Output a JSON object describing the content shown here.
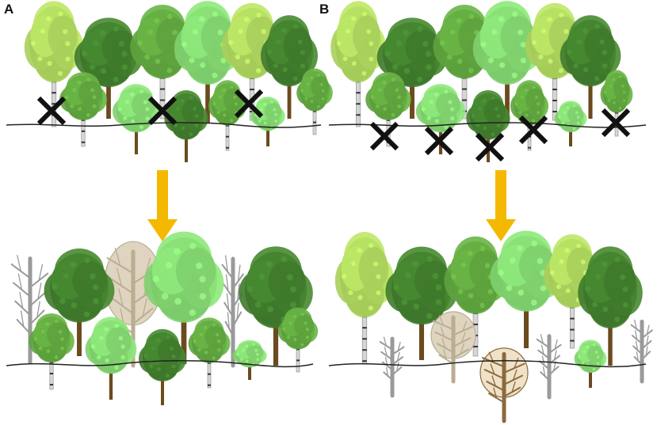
{
  "panels": [
    {
      "label": "A",
      "felled_marks": 3
    },
    {
      "label": "B",
      "felled_marks": 5
    }
  ],
  "colors": {
    "dark_green": "#3f7a2c",
    "mid_green": "#5ea23e",
    "bright_green": "#7fd06e",
    "light_yellow_green": "#a8cf5b",
    "dead_tree_beige": "#ded4bf",
    "dead_tree_brown": "#8a6a3c",
    "trunk_brown": "#6b4a1e",
    "birch_trunk": "#d6d6d6",
    "arrow": "#f5b800",
    "cross": "#111111",
    "ground": "#222222"
  },
  "icons": [
    "deciduous-tree-icon",
    "birch-tree-icon",
    "dead-tree-icon",
    "cross-mark-icon",
    "down-arrow-icon"
  ]
}
